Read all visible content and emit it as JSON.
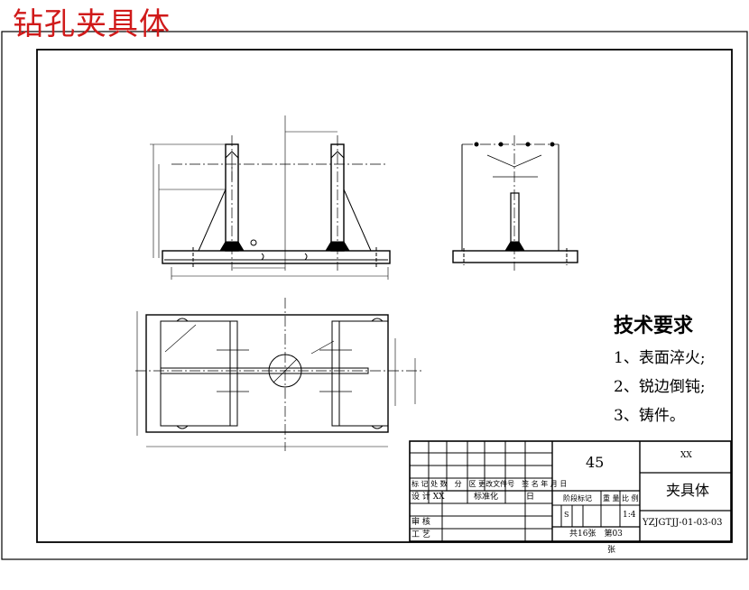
{
  "drawing_title": "钻孔夹具体",
  "technical_requirements": {
    "heading": "技术要求",
    "items": [
      "1、表面淬火;",
      "2、锐边倒钝;",
      "3、铸件。"
    ]
  },
  "title_block": {
    "material": "45",
    "designer_code": "XX",
    "part_name": "夹具体",
    "drawing_number": "YZJGTJJ-01-03-03",
    "scale": "1:4",
    "sheet_info": "共16张　第03",
    "sheet_suffix": "张",
    "rev_headers": "标 记 处 数　分　区 更改文件号　签 名 年 月 日",
    "design_label": "设 计 XX",
    "standard_label": "标准化",
    "date_label": "日",
    "review_label": "审 核",
    "process_label": "工 艺",
    "stage_mark_label": "阶段标记",
    "weight_label": "重 量",
    "scale_label": "比 例",
    "stage_s": "S"
  }
}
